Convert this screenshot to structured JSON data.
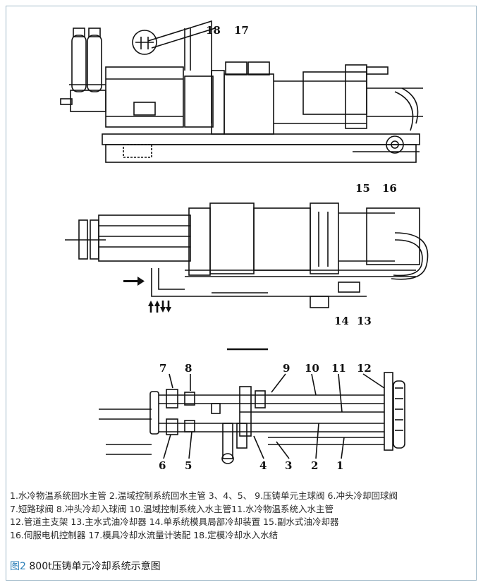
{
  "callouts": {
    "top": [
      "18",
      "17"
    ],
    "middle": [
      "15",
      "16",
      "14",
      "13"
    ],
    "bottom_top": [
      "7",
      "8",
      "9",
      "10",
      "11",
      "12"
    ],
    "bottom_low": [
      "6",
      "5",
      "4",
      "3",
      "2",
      "1"
    ]
  },
  "legend": [
    "1.水冷物温系统回水主管 2.温域控制系统回水主管 3、4、5、 9.压铸单元主球阀 6.冲头冷却回球阀",
    "7.短路球阀 8.冲头冷却入球阀 10.温域控制系统入水主管11.水冷物温系统入水主管",
    "12.管道主支架 13.主水式油冷却器 14.单系统模具局部冷却装置 15.副水式油冷却器",
    "16.伺服电机控制器 17.模具冷却水流量计装配 18.定模冷却水入水结"
  ],
  "caption": {
    "label": "图2",
    "text": "800t压铸单元冷却系统示意图"
  },
  "colors": {
    "line": "#111111",
    "frame": "#9fb8c8",
    "caption_label": "#2b7fb8"
  }
}
